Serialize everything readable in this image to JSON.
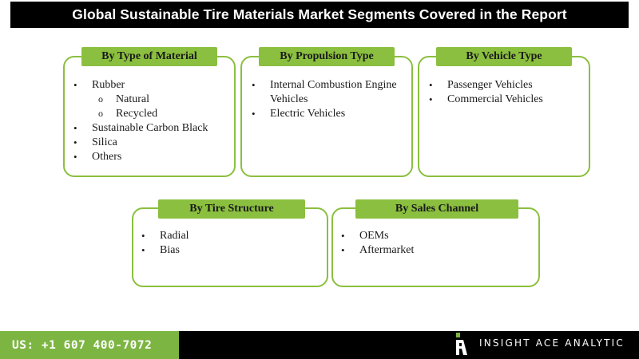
{
  "title": "Global Sustainable Tire Materials Market Segments Covered in the Report",
  "segments": [
    {
      "heading": "By Type of Material",
      "items": [
        {
          "text": "Rubber",
          "level": 1
        },
        {
          "text": "Natural",
          "level": 2
        },
        {
          "text": "Recycled",
          "level": 2
        },
        {
          "text": "Sustainable Carbon Black",
          "level": 1
        },
        {
          "text": "Silica",
          "level": 1
        },
        {
          "text": "Others",
          "level": 1
        }
      ]
    },
    {
      "heading": "By Propulsion Type",
      "items": [
        {
          "text": "Internal Combustion Engine Vehicles",
          "level": 1
        },
        {
          "text": "Electric Vehicles",
          "level": 1
        }
      ]
    },
    {
      "heading": "By Vehicle Type",
      "items": [
        {
          "text": "Passenger Vehicles",
          "level": 1
        },
        {
          "text": "Commercial Vehicles",
          "level": 1
        }
      ]
    },
    {
      "heading": "By Tire Structure",
      "items": [
        {
          "text": "Radial",
          "level": 1
        },
        {
          "text": "Bias",
          "level": 1
        }
      ]
    },
    {
      "heading": "By Sales Channel",
      "items": [
        {
          "text": "OEMs",
          "level": 1
        },
        {
          "text": "Aftermarket",
          "level": 1
        }
      ]
    }
  ],
  "footer": {
    "phone": "US: +1 607 400-7072",
    "brand": "INSIGHT ACE ANALYTIC"
  },
  "colors": {
    "accent_green": "#8bbf3f",
    "footer_green": "#7db543",
    "dark": "#000000"
  },
  "icons": {
    "brand_logo": "insight-ace-logo-icon"
  }
}
